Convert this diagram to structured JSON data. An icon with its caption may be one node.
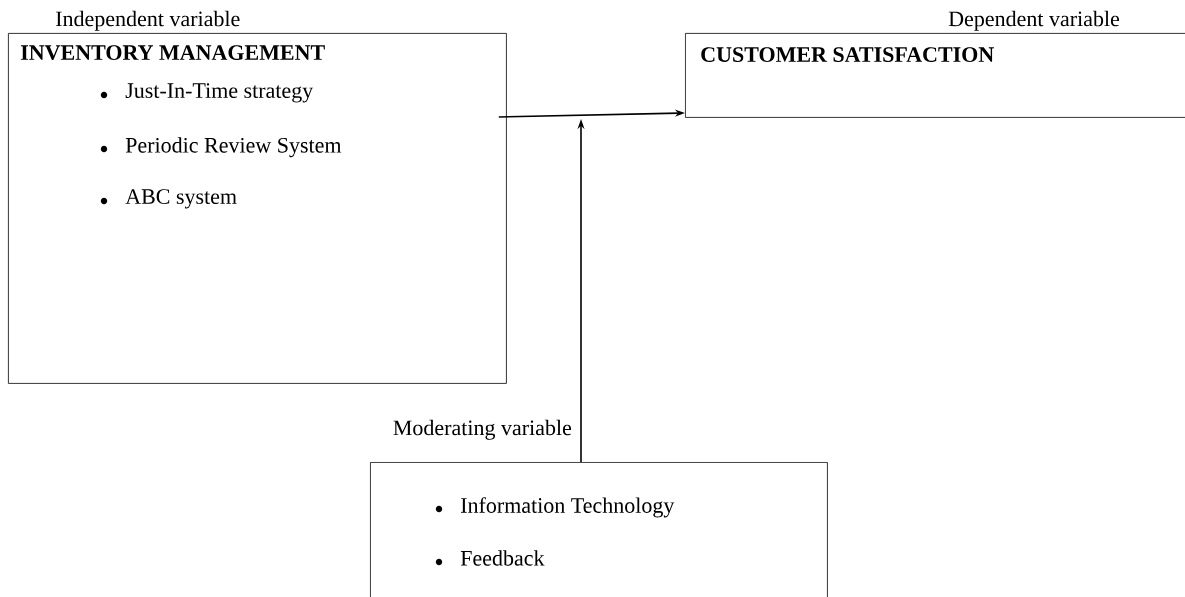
{
  "diagram": {
    "nodes": [
      {
        "text": [
          "INVENTORY MANAGEMENT",
          "Just-In-Time strategy",
          "Periodic Review System",
          "ABC system"
        ],
        "beside": [
          "Independent variable"
        ]
      },
      {
        "text": [
          "CUSTOMER SATISFACTION"
        ],
        "beside": [
          "Dependent variable"
        ]
      },
      {
        "text": [
          "Information Technology",
          "Feedback"
        ],
        "beside": [
          "Moderating variable"
        ]
      }
    ],
    "edges": [
      {
        "from": 0,
        "to": 1,
        "arrow": "to"
      },
      {
        "from": 2,
        "to": null,
        "arrow": "to"
      }
    ]
  }
}
